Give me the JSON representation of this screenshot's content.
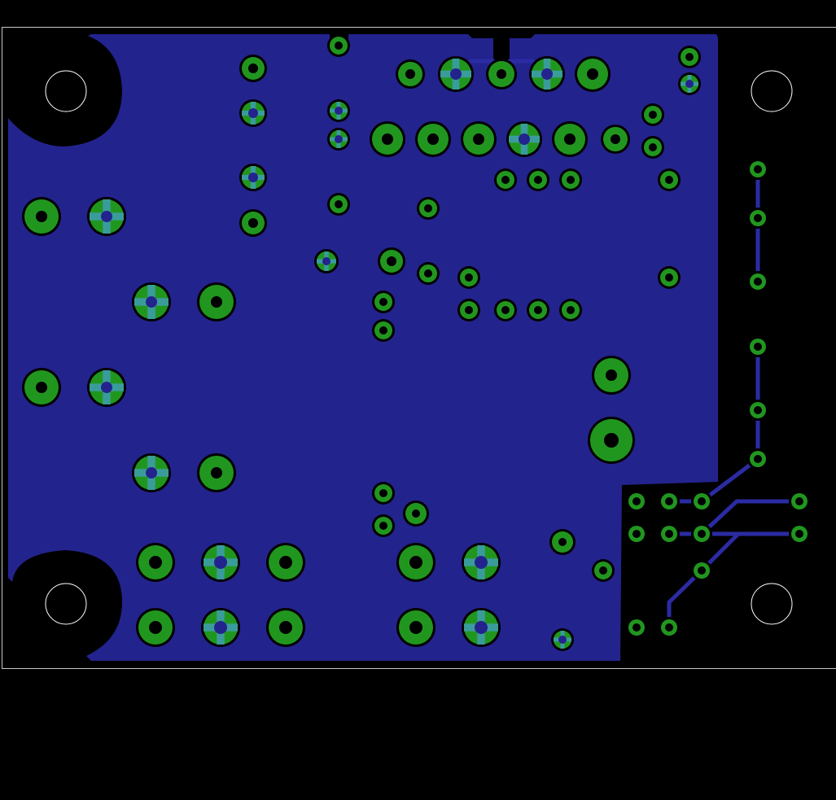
{
  "view": "pcb-bottom-layer",
  "colors": {
    "background": "#000000",
    "outline": "#c8c8c8",
    "copper_pour": "#23238e",
    "trace": "#2b2ba4",
    "pad": "#21961f",
    "drill": "#000000",
    "thermal_spoke": "#3a9c9a",
    "mount_hole_ring": "#ffffff"
  },
  "components": {
    "mounting_holes": 4,
    "large_pads": 31,
    "medium_pads": 20,
    "small_pads": 37,
    "bottom_traces": 6
  }
}
